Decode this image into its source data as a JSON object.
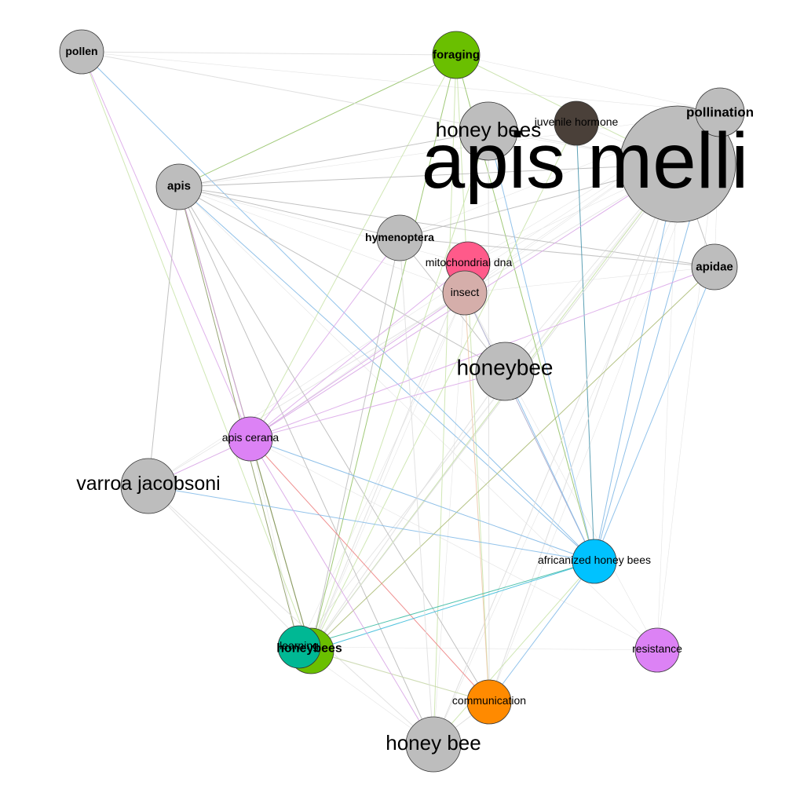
{
  "diagram": {
    "type": "keyword co-occurrence network",
    "nodes": [
      {
        "id": "apis-mellifera",
        "label": "apis melli",
        "color": "#bdbdbd"
      },
      {
        "id": "honey-bees",
        "label": "honey bees",
        "color": "#bdbdbd"
      },
      {
        "id": "juvenile-hormone",
        "label": "juvenile hormone",
        "color": "#4a4039"
      },
      {
        "id": "pollination",
        "label": "pollination",
        "color": "#bdbdbd"
      },
      {
        "id": "foraging",
        "label": "foraging",
        "color": "#6abf00"
      },
      {
        "id": "pollen",
        "label": "pollen",
        "color": "#bdbdbd"
      },
      {
        "id": "apis",
        "label": "apis",
        "color": "#bdbdbd"
      },
      {
        "id": "hymenoptera",
        "label": "hymenoptera",
        "color": "#bdbdbd"
      },
      {
        "id": "mitochondrial-dna",
        "label": "mitochondrial dna",
        "color": "#ff5a8a"
      },
      {
        "id": "insect",
        "label": "insect",
        "color": "#d5aeaa"
      },
      {
        "id": "apidae",
        "label": "apidae",
        "color": "#bdbdbd"
      },
      {
        "id": "honeybee",
        "label": "honeybee",
        "color": "#bdbdbd"
      },
      {
        "id": "apis-cerana",
        "label": "apis cerana",
        "color": "#dc82f5"
      },
      {
        "id": "varroa-jacobsoni",
        "label": "varroa jacobsoni",
        "color": "#bdbdbd"
      },
      {
        "id": "africanized-honey-bees",
        "label": "africanized honey bees",
        "color": "#00c2ff"
      },
      {
        "id": "learning",
        "label": "learning",
        "color": "#00b894"
      },
      {
        "id": "honeybees",
        "label": "honeybees",
        "color": "#6abf00"
      },
      {
        "id": "resistance",
        "label": "resistance",
        "color": "#dc82f5"
      },
      {
        "id": "communication",
        "label": "communication",
        "color": "#ff8a00"
      },
      {
        "id": "honey-bee",
        "label": "honey bee",
        "color": "#bdbdbd"
      }
    ],
    "edges": [
      [
        "foraging",
        "apis",
        "#8fbf60"
      ],
      [
        "foraging",
        "honeybees",
        "#8fbf60"
      ],
      [
        "foraging",
        "apis-cerana",
        "#c8e3a8"
      ],
      [
        "foraging",
        "africanized-honey-bees",
        "#8fbf60"
      ],
      [
        "foraging",
        "apis-mellifera",
        "#c8e3a8"
      ],
      [
        "foraging",
        "honey-bee",
        "#c8e3a8"
      ],
      [
        "foraging",
        "communication",
        "#c8e3a8"
      ],
      [
        "pollen",
        "africanized-honey-bees",
        "#7fb8e8"
      ],
      [
        "pollen",
        "apis-cerana",
        "#d9a5e8"
      ],
      [
        "pollen",
        "honeybees",
        "#c8e3a8"
      ],
      [
        "pollen",
        "apis-mellifera",
        "#dddddd"
      ],
      [
        "pollen",
        "foraging",
        "#dddddd"
      ],
      [
        "apis",
        "apis-mellifera",
        "#bbbbbb"
      ],
      [
        "apis",
        "honeybees",
        "#8a9a60"
      ],
      [
        "apis",
        "learning",
        "#8a9a60"
      ],
      [
        "apis",
        "honey-bees",
        "#bbbbbb"
      ],
      [
        "apis",
        "hymenoptera",
        "#bbbbbb"
      ],
      [
        "apis",
        "apidae",
        "#bbbbbb"
      ],
      [
        "apis",
        "honeybee",
        "#bbbbbb"
      ],
      [
        "apis",
        "varroa-jacobsoni",
        "#bbbbbb"
      ],
      [
        "apis",
        "communication",
        "#bbbbbb"
      ],
      [
        "apis",
        "africanized-honey-bees",
        "#7fb8e8"
      ],
      [
        "apis",
        "honey-bee",
        "#bbbbbb"
      ],
      [
        "apis",
        "apis-cerana",
        "#d9a5e8"
      ],
      [
        "hymenoptera",
        "apidae",
        "#bbbbbb"
      ],
      [
        "hymenoptera",
        "apis-cerana",
        "#d9a5e8"
      ],
      [
        "hymenoptera",
        "honeybee",
        "#bbbbbb"
      ],
      [
        "hymenoptera",
        "apis-mellifera",
        "#bbbbbb"
      ],
      [
        "hymenoptera",
        "honeybees",
        "#bbbbbb"
      ],
      [
        "honey-bees",
        "africanized-honey-bees",
        "#7fb8e8"
      ],
      [
        "honey-bees",
        "honeybees",
        "#c8e3a8"
      ],
      [
        "honey-bees",
        "communication",
        "#dddddd"
      ],
      [
        "juvenile-hormone",
        "africanized-honey-bees",
        "#3f8fa8"
      ],
      [
        "juvenile-hormone",
        "honeybees",
        "#c8e3a8"
      ],
      [
        "apis-mellifera",
        "africanized-honey-bees",
        "#7fb8e8"
      ],
      [
        "apis-mellifera",
        "apis-cerana",
        "#d9a5e8"
      ],
      [
        "apis-mellifera",
        "honeybees",
        "#c8e3a8"
      ],
      [
        "apis-mellifera",
        "honey-bee",
        "#dddddd"
      ],
      [
        "apis-mellifera",
        "communication",
        "#dddddd"
      ],
      [
        "apis-mellifera",
        "apidae",
        "#bbbbbb"
      ],
      [
        "pollination",
        "africanized-honey-bees",
        "#7fb8e8"
      ],
      [
        "pollination",
        "honeybees",
        "#dddddd"
      ],
      [
        "apidae",
        "africanized-honey-bees",
        "#7fb8e8"
      ],
      [
        "apidae",
        "honeybees",
        "#a8b870"
      ],
      [
        "apidae",
        "apis-cerana",
        "#d9a5e8"
      ],
      [
        "mitochondrial-dna",
        "apis-cerana",
        "#d9a5e8"
      ],
      [
        "mitochondrial-dna",
        "honeybees",
        "#dddddd"
      ],
      [
        "insect",
        "apis-cerana",
        "#d9a5e8"
      ],
      [
        "insect",
        "communication",
        "#f0c8a8"
      ],
      [
        "insect",
        "africanized-honey-bees",
        "#aaaacc"
      ],
      [
        "honeybee",
        "africanized-honey-bees",
        "#7fb8e8"
      ],
      [
        "honeybee",
        "apis-cerana",
        "#d9a5e8"
      ],
      [
        "honeybee",
        "honeybees",
        "#dddddd"
      ],
      [
        "apis-cerana",
        "africanized-honey-bees",
        "#7fb8e8"
      ],
      [
        "apis-cerana",
        "communication",
        "#f08080"
      ],
      [
        "apis-cerana",
        "honeybees",
        "#8a9a60"
      ],
      [
        "apis-cerana",
        "varroa-jacobsoni",
        "#d9a5e8"
      ],
      [
        "varroa-jacobsoni",
        "africanized-honey-bees",
        "#7fb8e8"
      ],
      [
        "varroa-jacobsoni",
        "honeybees",
        "#dddddd"
      ],
      [
        "varroa-jacobsoni",
        "honey-bee",
        "#dddddd"
      ],
      [
        "learning",
        "africanized-honey-bees",
        "#33b8a0"
      ],
      [
        "honeybees",
        "africanized-honey-bees",
        "#33b8d8"
      ],
      [
        "honeybees",
        "communication",
        "#c8d8a8"
      ],
      [
        "honey-bee",
        "africanized-honey-bees",
        "#c8e3a8"
      ],
      [
        "honey-bee",
        "communication",
        "#dddddd"
      ],
      [
        "communication",
        "africanized-honey-bees",
        "#7fb8e8"
      ],
      [
        "honey-bee",
        "apis-cerana",
        "#d9a5e8"
      ],
      [
        "honey-bee",
        "hymenoptera",
        "#dddddd"
      ]
    ]
  }
}
